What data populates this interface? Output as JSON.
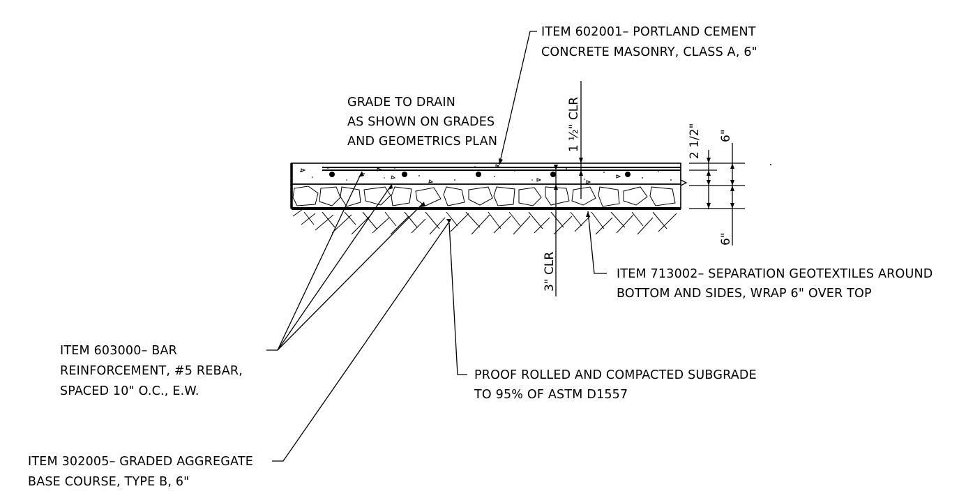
{
  "callouts": {
    "concrete": [
      "ITEM 602001– PORTLAND CEMENT",
      "CONCRETE MASONRY, CLASS A, 6\""
    ],
    "grade": [
      "GRADE TO DRAIN",
      "AS SHOWN ON GRADES",
      "AND GEOMETRICS PLAN"
    ],
    "geotextile": [
      "ITEM 713002– SEPARATION GEOTEXTILES AROUND",
      "BOTTOM AND SIDES, WRAP 6\" OVER TOP"
    ],
    "rebar": [
      "ITEM 603000– BAR",
      "REINFORCEMENT, #5 REBAR,",
      "SPACED 10\" O.C., E.W."
    ],
    "subgrade": [
      "PROOF ROLLED AND COMPACTED SUBGRADE",
      "TO 95% OF ASTM D1557"
    ],
    "aggregate": [
      "ITEM 302005– GRADED AGGREGATE",
      "BASE COURSE, TYPE B, 6\""
    ]
  },
  "dimensions": {
    "top_clear": "1 ½\" CLR",
    "bottom_clear": "3\" CLR",
    "cover": "2 1/2\"",
    "slab": "6\"",
    "base": "6\""
  }
}
